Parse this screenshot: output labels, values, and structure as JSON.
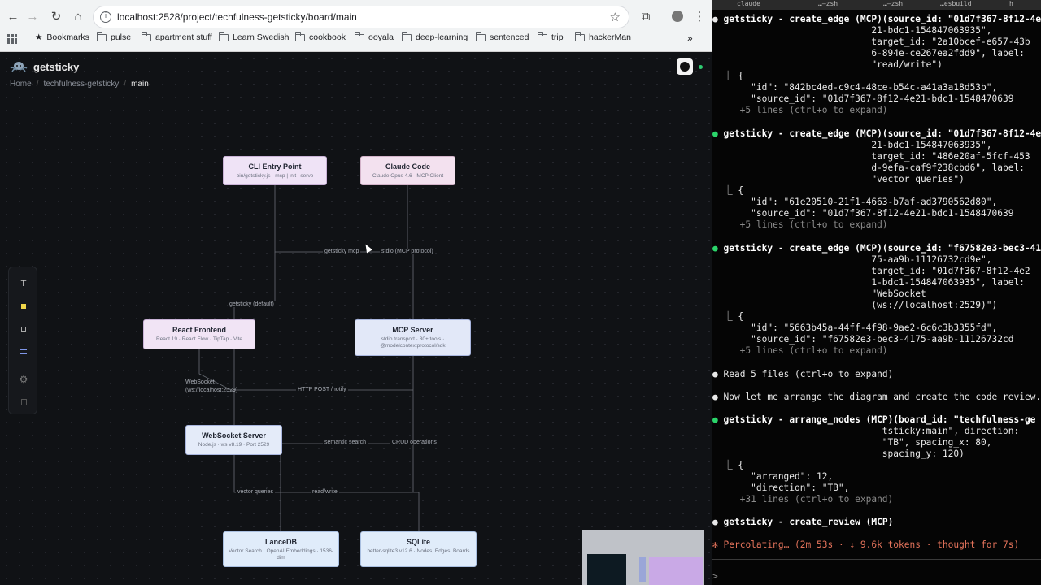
{
  "browser": {
    "url": "localhost:2528/project/techfulness-getsticky/board/main",
    "bookmarks": [
      "Bookmarks",
      "pulse",
      "apartment stuff",
      "Learn Swedish",
      "cookbook",
      "ooyala",
      "deep-learning",
      "sentenced",
      "trip",
      "hackerMan"
    ],
    "more": "»"
  },
  "app": {
    "title": "getsticky",
    "breadcrumbs": [
      "Home",
      "techfulness-getsticky",
      "main"
    ]
  },
  "toolbar": {
    "text_tool": "T"
  },
  "nodes": [
    {
      "title": "CLI Entry Point",
      "subtitle": "bin/getsticky.js · mcp | init | serve",
      "color": "#efe3f6"
    },
    {
      "title": "Claude Code",
      "subtitle": "Claude Opus 4.6 · MCP Client",
      "color": "#f3e1ef"
    },
    {
      "title": "React Frontend",
      "subtitle": "React 19 · React Flow · TipTap · Vite",
      "color": "#f1e4f5"
    },
    {
      "title": "MCP Server",
      "subtitle": "stdio transport · 30+ tools · @modelcontextprotocol/sdk",
      "color": "#e2e8f8"
    },
    {
      "title": "WebSocket Server",
      "subtitle": "Node.js · ws v8.19 · Port 2529",
      "color": "#e4ebf9"
    },
    {
      "title": "LanceDB",
      "subtitle": "Vector Search · OpenAI Embeddings · 1536-dim",
      "color": "#e0ecfa"
    },
    {
      "title": "SQLite",
      "subtitle": "better-sqlite3 v12.6 · Nodes, Edges, Boards",
      "color": "#e0ecfa"
    }
  ],
  "edge_labels": [
    "getsticky mcp",
    "stdio (MCP protocol)",
    "getsticky (default)",
    "WebSocket (ws://localhost:2529)",
    "HTTP POST /notify",
    "semantic search",
    "CRUD operations",
    "vector queries",
    "read/write"
  ],
  "terminal": {
    "tabs": [
      "claude",
      "…—zsh",
      "…—zsh",
      "…esbuild",
      "h"
    ],
    "blocks": [
      {
        "lines": [
          "getsticky - create_edge (MCP)(source_id: \"01d7f367-8f12-4e",
          "                             21-bdc1-154847063935\",",
          "                             target_id: \"2a10bcef-e657-43b",
          "                             6-894e-ce267ea2fdd9\", label:",
          "                             \"read/write\")"
        ]
      },
      {
        "lines": [
          "  ⎿ {",
          "       \"id\": \"842bc4ed-c9c4-48ce-b54c-a41a3a18d53b\",",
          "       \"source_id\": \"01d7f367-8f12-4e21-bdc1-1548470639",
          "     +5 lines (ctrl+o to expand)"
        ]
      },
      {
        "lines": [
          "getsticky - create_edge (MCP)(source_id: \"01d7f367-8f12-4e",
          "                             21-bdc1-154847063935\",",
          "                             target_id: \"486e20af-5fcf-453",
          "                             d-9efa-caf9f238cbd6\", label:",
          "                             \"vector queries\")"
        ]
      },
      {
        "lines": [
          "  ⎿ {",
          "       \"id\": \"61e20510-21f1-4663-b7af-ad3790562d80\",",
          "       \"source_id\": \"01d7f367-8f12-4e21-bdc1-1548470639",
          "     +5 lines (ctrl+o to expand)"
        ]
      },
      {
        "lines": [
          "getsticky - create_edge (MCP)(source_id: \"f67582e3-bec3-41",
          "                             75-aa9b-11126732cd9e\",",
          "                             target_id: \"01d7f367-8f12-4e2",
          "                             1-bdc1-154847063935\", label:",
          "                             \"WebSocket",
          "                             (ws://localhost:2529)\")"
        ]
      },
      {
        "lines": [
          "  ⎿ {",
          "       \"id\": \"5663b45a-44ff-4f98-9ae2-6c6c3b3355fd\",",
          "       \"source_id\": \"f67582e3-bec3-4175-aa9b-11126732cd",
          "     +5 lines (ctrl+o to expand)"
        ]
      },
      {
        "lines": [
          "Read 5 files (ctrl+o to expand)"
        ]
      },
      {
        "lines": [
          "Now let me arrange the diagram and create the code review."
        ]
      },
      {
        "lines": [
          "getsticky - arrange_nodes (MCP)(board_id: \"techfulness-ge",
          "                               tsticky:main\", direction:",
          "                               \"TB\", spacing_x: 80,",
          "                               spacing_y: 120)"
        ]
      },
      {
        "lines": [
          "  ⎿ {",
          "       \"arranged\": 12,",
          "       \"direction\": \"TB\",",
          "     +31 lines (ctrl+o to expand)"
        ]
      },
      {
        "lines": [
          "getsticky - create_review (MCP)"
        ]
      },
      {
        "lines": [
          "Percolating… (2m 53s · ↓ 9.6k tokens · thought for 7s)"
        ]
      },
      {
        "lines": [
          ">"
        ]
      }
    ]
  }
}
